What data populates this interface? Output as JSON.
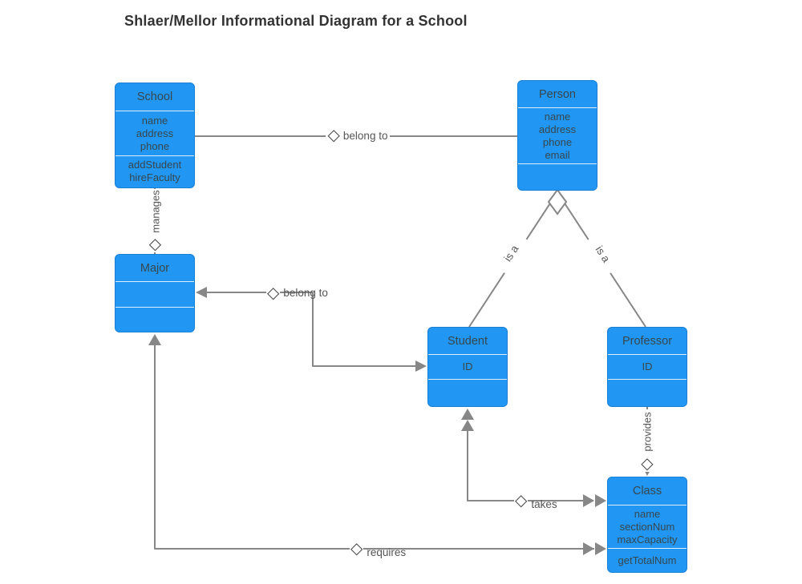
{
  "title": "Shlaer/Mellor Informational Diagram for a School",
  "colors": {
    "entity_fill": "#2196f3",
    "entity_border": "#1b7fd4",
    "connector_line": "#878787",
    "entity_text": "#37474f",
    "label_text": "#555555"
  },
  "icons": {
    "diamond": "◇"
  },
  "entities": {
    "school": {
      "name": "School",
      "attributes": [
        "name",
        "address",
        "phone"
      ],
      "operations": [
        "addStudent",
        "hireFaculty"
      ]
    },
    "person": {
      "name": "Person",
      "attributes": [
        "name",
        "address",
        "phone",
        "email"
      ],
      "operations": []
    },
    "major": {
      "name": "Major",
      "attributes": [],
      "operations": []
    },
    "student": {
      "name": "Student",
      "attributes": [
        "ID"
      ],
      "operations": []
    },
    "professor": {
      "name": "Professor",
      "attributes": [
        "ID"
      ],
      "operations": []
    },
    "class": {
      "name": "Class",
      "attributes": [
        "name",
        "sectionNum",
        "maxCapacity"
      ],
      "operations": [
        "getTotalNum"
      ]
    }
  },
  "relationships": {
    "school_person_belong_to": {
      "label": "belong to"
    },
    "manages": {
      "label": "manages"
    },
    "student_major_belong_to": {
      "label": "belong to"
    },
    "is_a_student": {
      "label": "is a"
    },
    "is_a_professor": {
      "label": "is a"
    },
    "provides": {
      "label": "provides"
    },
    "takes": {
      "label": "takes"
    },
    "requires": {
      "label": "requires"
    }
  }
}
